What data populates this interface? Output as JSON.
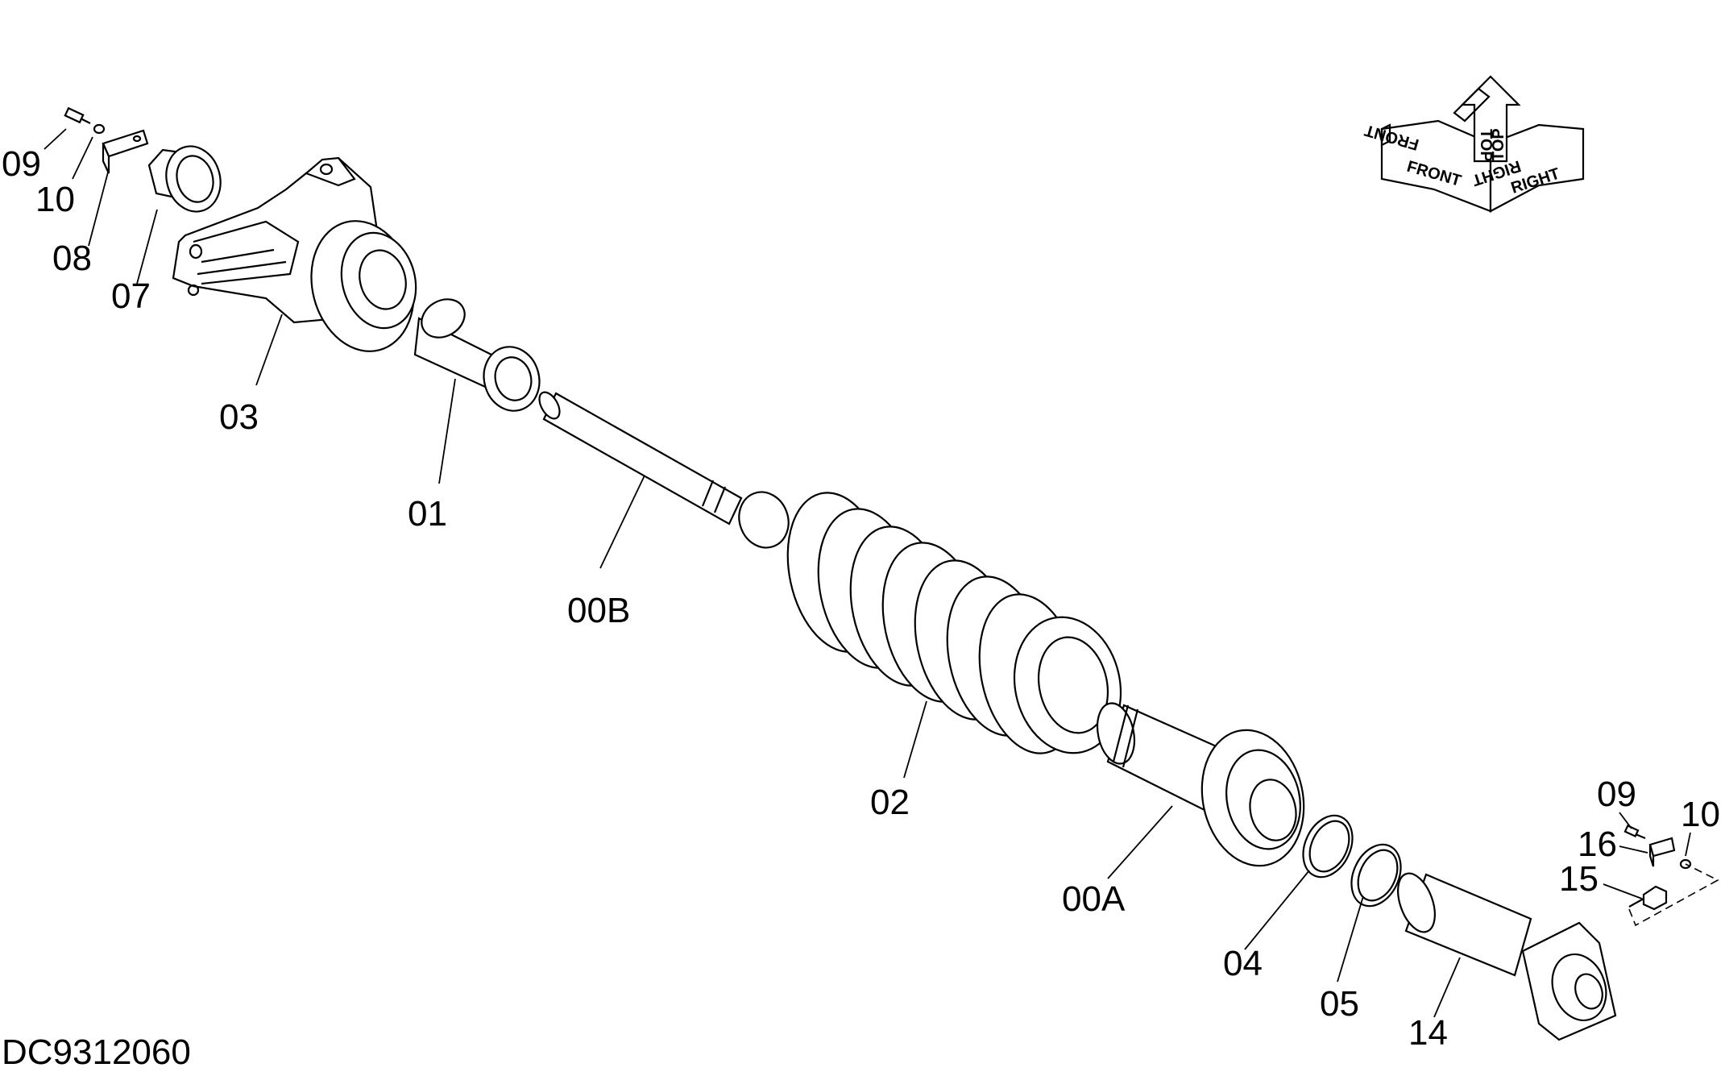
{
  "diagram": {
    "document_id": "DC9312060",
    "orientation": {
      "front_label": "FRONT",
      "top_label": "TOP",
      "right_label": "RIGHT"
    },
    "callouts": {
      "c09_top": "09",
      "c10_top": "10",
      "c08": "08",
      "c07": "07",
      "c03": "03",
      "c01": "01",
      "c00B": "00B",
      "c02": "02",
      "c00A": "00A",
      "c04": "04",
      "c05": "05",
      "c14": "14",
      "c09_right": "09",
      "c10_right": "10",
      "c16": "16",
      "c15": "15"
    }
  }
}
